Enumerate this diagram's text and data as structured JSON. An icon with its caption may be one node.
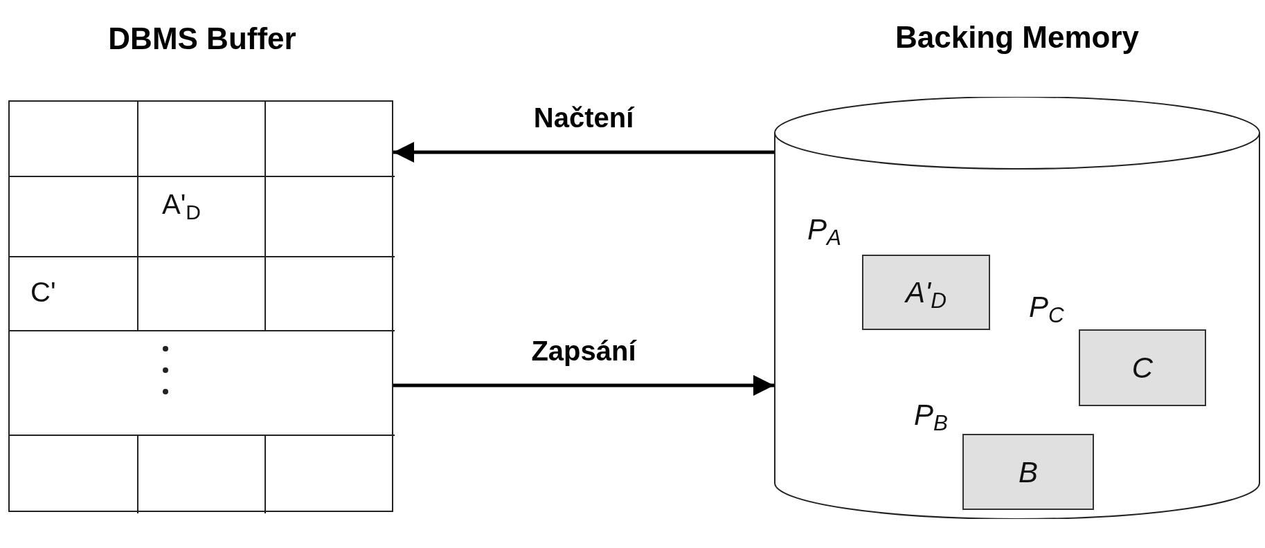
{
  "diagram": {
    "nodes": [
      {
        "text": [
          "DBMS Buffer"
        ]
      },
      {
        "text": [
          "Backing Memory"
        ]
      },
      {
        "text": [
          "A'$_{D}$"
        ],
        "beside": [
          "P$_{A}$"
        ],
        "in": 1
      },
      {
        "text": [
          "C"
        ],
        "beside": [
          "P$_{C}$"
        ],
        "in": 1
      },
      {
        "text": [
          "B"
        ],
        "beside": [
          "P$_{B}$"
        ],
        "in": 1
      }
    ],
    "edges": [
      {
        "from": 1,
        "to": 0,
        "arrow": "to",
        "label": "Načtení"
      },
      {
        "from": 0,
        "to": 1,
        "arrow": "to",
        "label": "Zapsání"
      }
    ],
    "labels": [
      "A'$_{D}$",
      "C'"
    ]
  }
}
